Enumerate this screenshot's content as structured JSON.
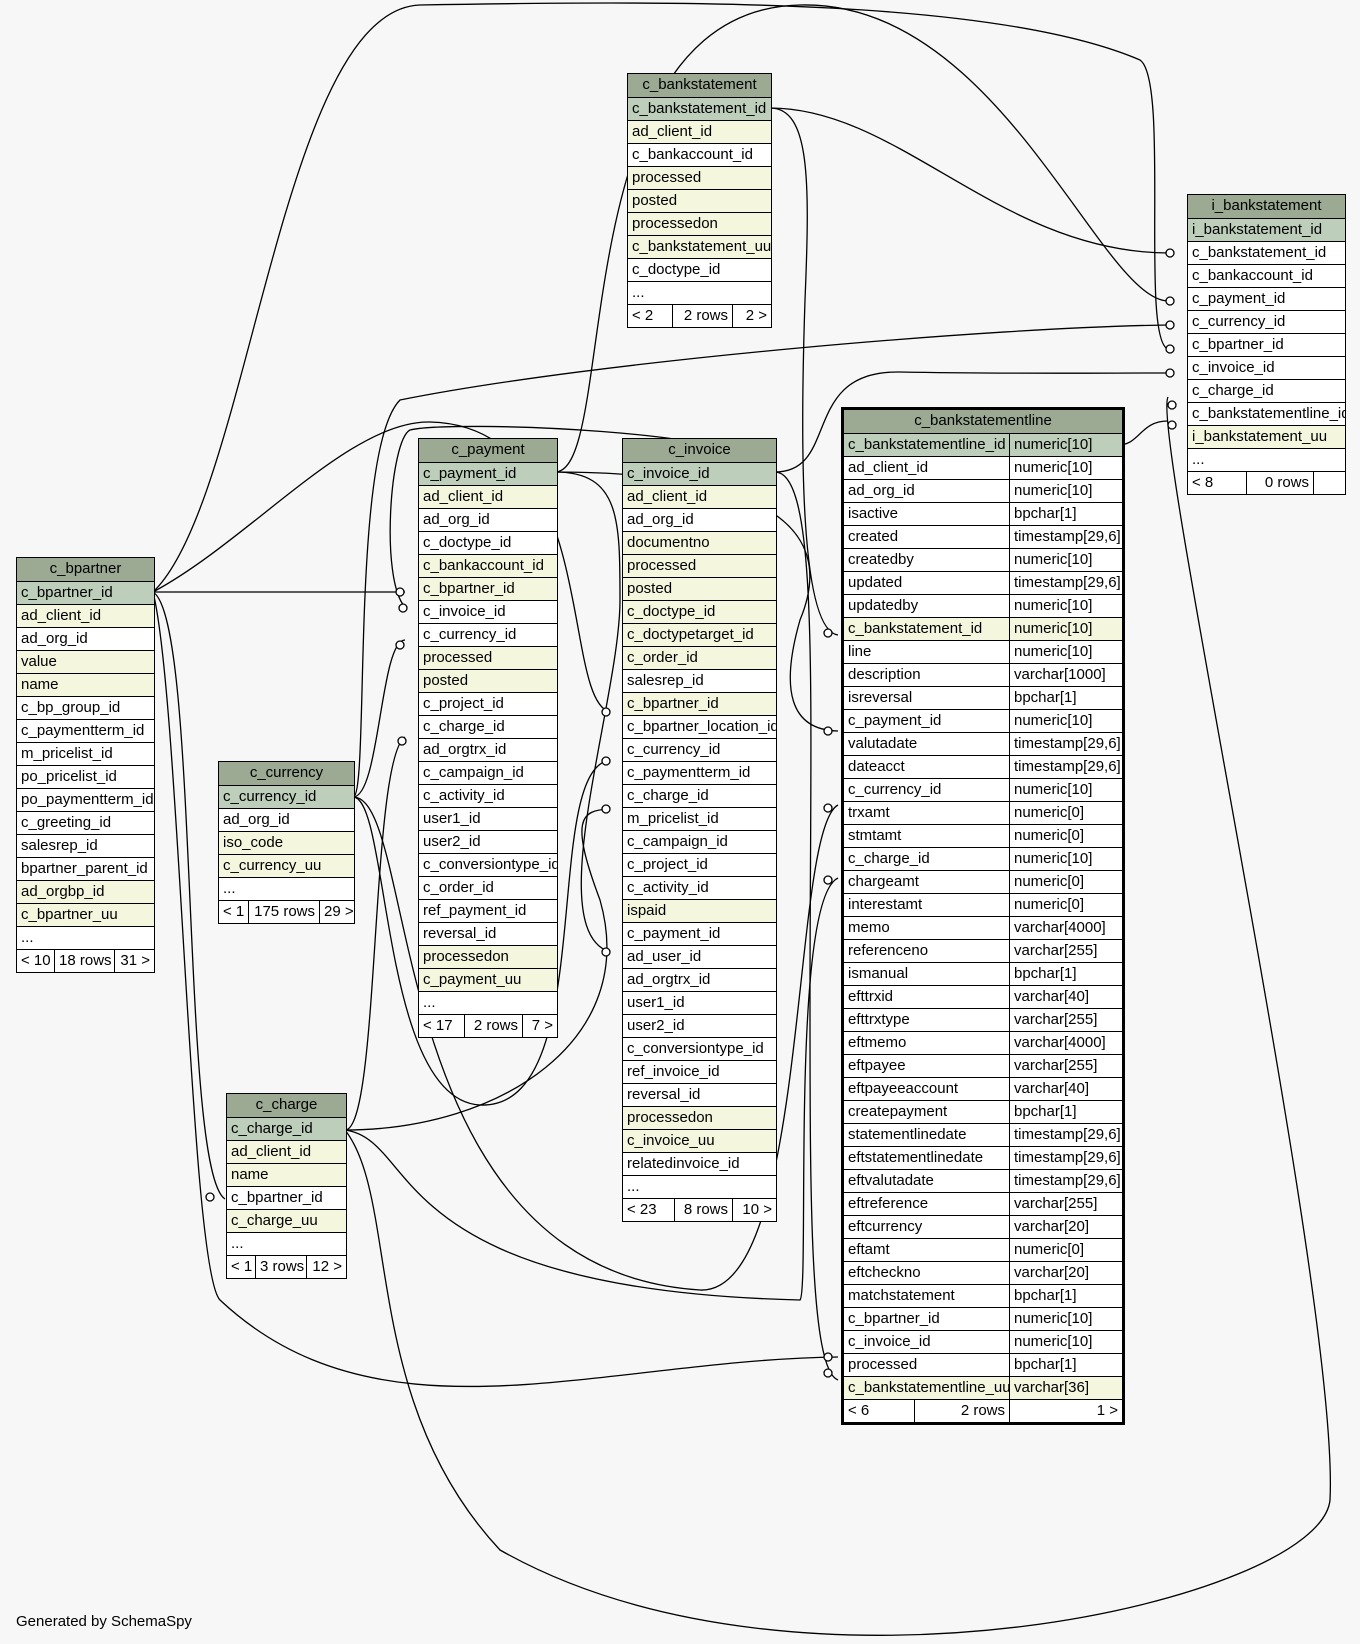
{
  "footer": "Generated by SchemaSpy",
  "tables": {
    "c_bankstatement": {
      "name": "c_bankstatement",
      "rows": [
        {
          "name": "c_bankstatement_id",
          "kind": "pk"
        },
        {
          "name": "ad_client_id",
          "kind": "idx"
        },
        {
          "name": "c_bankaccount_id",
          "kind": "plain"
        },
        {
          "name": "processed",
          "kind": "idx"
        },
        {
          "name": "posted",
          "kind": "idx"
        },
        {
          "name": "processedon",
          "kind": "idx"
        },
        {
          "name": "c_bankstatement_uu",
          "kind": "idx"
        },
        {
          "name": "c_doctype_id",
          "kind": "plain"
        },
        {
          "name": "...",
          "kind": "plain"
        }
      ],
      "footer": [
        "< 2",
        "2 rows",
        "2 >"
      ]
    },
    "i_bankstatement": {
      "name": "i_bankstatement",
      "rows": [
        {
          "name": "i_bankstatement_id",
          "kind": "pk"
        },
        {
          "name": "c_bankstatement_id",
          "kind": "plain"
        },
        {
          "name": "c_bankaccount_id",
          "kind": "plain"
        },
        {
          "name": "c_payment_id",
          "kind": "plain"
        },
        {
          "name": "c_currency_id",
          "kind": "plain"
        },
        {
          "name": "c_bpartner_id",
          "kind": "plain"
        },
        {
          "name": "c_invoice_id",
          "kind": "plain"
        },
        {
          "name": "c_charge_id",
          "kind": "plain"
        },
        {
          "name": "c_bankstatementline_id",
          "kind": "plain"
        },
        {
          "name": "i_bankstatement_uu",
          "kind": "idx"
        },
        {
          "name": "...",
          "kind": "plain"
        }
      ],
      "footer": [
        "< 8",
        "0 rows",
        ""
      ]
    },
    "c_bpartner": {
      "name": "c_bpartner",
      "rows": [
        {
          "name": "c_bpartner_id",
          "kind": "pk"
        },
        {
          "name": "ad_client_id",
          "kind": "idx"
        },
        {
          "name": "ad_org_id",
          "kind": "plain"
        },
        {
          "name": "value",
          "kind": "idx"
        },
        {
          "name": "name",
          "kind": "idx"
        },
        {
          "name": "c_bp_group_id",
          "kind": "plain"
        },
        {
          "name": "c_paymentterm_id",
          "kind": "plain"
        },
        {
          "name": "m_pricelist_id",
          "kind": "plain"
        },
        {
          "name": "po_pricelist_id",
          "kind": "plain"
        },
        {
          "name": "po_paymentterm_id",
          "kind": "plain"
        },
        {
          "name": "c_greeting_id",
          "kind": "plain"
        },
        {
          "name": "salesrep_id",
          "kind": "plain"
        },
        {
          "name": "bpartner_parent_id",
          "kind": "plain"
        },
        {
          "name": "ad_orgbp_id",
          "kind": "idx"
        },
        {
          "name": "c_bpartner_uu",
          "kind": "idx"
        },
        {
          "name": "...",
          "kind": "plain"
        }
      ],
      "footer": [
        "< 10",
        "18 rows",
        "31 >"
      ]
    },
    "c_payment": {
      "name": "c_payment",
      "rows": [
        {
          "name": "c_payment_id",
          "kind": "pk"
        },
        {
          "name": "ad_client_id",
          "kind": "idx"
        },
        {
          "name": "ad_org_id",
          "kind": "plain"
        },
        {
          "name": "c_doctype_id",
          "kind": "plain"
        },
        {
          "name": "c_bankaccount_id",
          "kind": "idx"
        },
        {
          "name": "c_bpartner_id",
          "kind": "idx"
        },
        {
          "name": "c_invoice_id",
          "kind": "plain"
        },
        {
          "name": "c_currency_id",
          "kind": "plain"
        },
        {
          "name": "processed",
          "kind": "idx"
        },
        {
          "name": "posted",
          "kind": "idx"
        },
        {
          "name": "c_project_id",
          "kind": "plain"
        },
        {
          "name": "c_charge_id",
          "kind": "plain"
        },
        {
          "name": "ad_orgtrx_id",
          "kind": "plain"
        },
        {
          "name": "c_campaign_id",
          "kind": "plain"
        },
        {
          "name": "c_activity_id",
          "kind": "plain"
        },
        {
          "name": "user1_id",
          "kind": "plain"
        },
        {
          "name": "user2_id",
          "kind": "plain"
        },
        {
          "name": "c_conversiontype_id",
          "kind": "plain"
        },
        {
          "name": "c_order_id",
          "kind": "plain"
        },
        {
          "name": "ref_payment_id",
          "kind": "plain"
        },
        {
          "name": "reversal_id",
          "kind": "plain"
        },
        {
          "name": "processedon",
          "kind": "idx"
        },
        {
          "name": "c_payment_uu",
          "kind": "idx"
        },
        {
          "name": "...",
          "kind": "plain"
        }
      ],
      "footer": [
        "< 17",
        "2 rows",
        "7 >"
      ]
    },
    "c_invoice": {
      "name": "c_invoice",
      "rows": [
        {
          "name": "c_invoice_id",
          "kind": "pk"
        },
        {
          "name": "ad_client_id",
          "kind": "idx"
        },
        {
          "name": "ad_org_id",
          "kind": "plain"
        },
        {
          "name": "documentno",
          "kind": "idx"
        },
        {
          "name": "processed",
          "kind": "idx"
        },
        {
          "name": "posted",
          "kind": "idx"
        },
        {
          "name": "c_doctype_id",
          "kind": "idx"
        },
        {
          "name": "c_doctypetarget_id",
          "kind": "idx"
        },
        {
          "name": "c_order_id",
          "kind": "idx"
        },
        {
          "name": "salesrep_id",
          "kind": "plain"
        },
        {
          "name": "c_bpartner_id",
          "kind": "idx"
        },
        {
          "name": "c_bpartner_location_id",
          "kind": "plain"
        },
        {
          "name": "c_currency_id",
          "kind": "plain"
        },
        {
          "name": "c_paymentterm_id",
          "kind": "plain"
        },
        {
          "name": "c_charge_id",
          "kind": "plain"
        },
        {
          "name": "m_pricelist_id",
          "kind": "plain"
        },
        {
          "name": "c_campaign_id",
          "kind": "plain"
        },
        {
          "name": "c_project_id",
          "kind": "plain"
        },
        {
          "name": "c_activity_id",
          "kind": "plain"
        },
        {
          "name": "ispaid",
          "kind": "idx"
        },
        {
          "name": "c_payment_id",
          "kind": "plain"
        },
        {
          "name": "ad_user_id",
          "kind": "plain"
        },
        {
          "name": "ad_orgtrx_id",
          "kind": "plain"
        },
        {
          "name": "user1_id",
          "kind": "plain"
        },
        {
          "name": "user2_id",
          "kind": "plain"
        },
        {
          "name": "c_conversiontype_id",
          "kind": "plain"
        },
        {
          "name": "ref_invoice_id",
          "kind": "plain"
        },
        {
          "name": "reversal_id",
          "kind": "plain"
        },
        {
          "name": "processedon",
          "kind": "idx"
        },
        {
          "name": "c_invoice_uu",
          "kind": "idx"
        },
        {
          "name": "relatedinvoice_id",
          "kind": "plain"
        },
        {
          "name": "...",
          "kind": "plain"
        }
      ],
      "footer": [
        "< 23",
        "8 rows",
        "10 >"
      ]
    },
    "c_currency": {
      "name": "c_currency",
      "rows": [
        {
          "name": "c_currency_id",
          "kind": "pk"
        },
        {
          "name": "ad_org_id",
          "kind": "plain"
        },
        {
          "name": "iso_code",
          "kind": "idx"
        },
        {
          "name": "c_currency_uu",
          "kind": "idx"
        },
        {
          "name": "...",
          "kind": "plain"
        }
      ],
      "footer": [
        "< 1",
        "175 rows",
        "29 >"
      ]
    },
    "c_charge": {
      "name": "c_charge",
      "rows": [
        {
          "name": "c_charge_id",
          "kind": "pk"
        },
        {
          "name": "ad_client_id",
          "kind": "idx"
        },
        {
          "name": "name",
          "kind": "idx"
        },
        {
          "name": "c_bpartner_id",
          "kind": "plain"
        },
        {
          "name": "c_charge_uu",
          "kind": "idx"
        },
        {
          "name": "...",
          "kind": "plain"
        }
      ],
      "footer": [
        "< 1",
        "3 rows",
        "12 >"
      ]
    },
    "c_bankstatementline": {
      "name": "c_bankstatementline",
      "rows": [
        {
          "name": "c_bankstatementline_id",
          "type": "numeric[10]",
          "kind": "pk"
        },
        {
          "name": "ad_client_id",
          "type": "numeric[10]",
          "kind": "plain"
        },
        {
          "name": "ad_org_id",
          "type": "numeric[10]",
          "kind": "plain"
        },
        {
          "name": "isactive",
          "type": "bpchar[1]",
          "kind": "plain"
        },
        {
          "name": "created",
          "type": "timestamp[29,6]",
          "kind": "plain"
        },
        {
          "name": "createdby",
          "type": "numeric[10]",
          "kind": "plain"
        },
        {
          "name": "updated",
          "type": "timestamp[29,6]",
          "kind": "plain"
        },
        {
          "name": "updatedby",
          "type": "numeric[10]",
          "kind": "plain"
        },
        {
          "name": "c_bankstatement_id",
          "type": "numeric[10]",
          "kind": "idx"
        },
        {
          "name": "line",
          "type": "numeric[10]",
          "kind": "plain"
        },
        {
          "name": "description",
          "type": "varchar[1000]",
          "kind": "plain"
        },
        {
          "name": "isreversal",
          "type": "bpchar[1]",
          "kind": "plain"
        },
        {
          "name": "c_payment_id",
          "type": "numeric[10]",
          "kind": "plain"
        },
        {
          "name": "valutadate",
          "type": "timestamp[29,6]",
          "kind": "plain"
        },
        {
          "name": "dateacct",
          "type": "timestamp[29,6]",
          "kind": "plain"
        },
        {
          "name": "c_currency_id",
          "type": "numeric[10]",
          "kind": "plain"
        },
        {
          "name": "trxamt",
          "type": "numeric[0]",
          "kind": "plain"
        },
        {
          "name": "stmtamt",
          "type": "numeric[0]",
          "kind": "plain"
        },
        {
          "name": "c_charge_id",
          "type": "numeric[10]",
          "kind": "plain"
        },
        {
          "name": "chargeamt",
          "type": "numeric[0]",
          "kind": "plain"
        },
        {
          "name": "interestamt",
          "type": "numeric[0]",
          "kind": "plain"
        },
        {
          "name": "memo",
          "type": "varchar[4000]",
          "kind": "plain"
        },
        {
          "name": "referenceno",
          "type": "varchar[255]",
          "kind": "plain"
        },
        {
          "name": "ismanual",
          "type": "bpchar[1]",
          "kind": "plain"
        },
        {
          "name": "efttrxid",
          "type": "varchar[40]",
          "kind": "plain"
        },
        {
          "name": "efttrxtype",
          "type": "varchar[255]",
          "kind": "plain"
        },
        {
          "name": "eftmemo",
          "type": "varchar[4000]",
          "kind": "plain"
        },
        {
          "name": "eftpayee",
          "type": "varchar[255]",
          "kind": "plain"
        },
        {
          "name": "eftpayeeaccount",
          "type": "varchar[40]",
          "kind": "plain"
        },
        {
          "name": "createpayment",
          "type": "bpchar[1]",
          "kind": "plain"
        },
        {
          "name": "statementlinedate",
          "type": "timestamp[29,6]",
          "kind": "plain"
        },
        {
          "name": "eftstatementlinedate",
          "type": "timestamp[29,6]",
          "kind": "plain"
        },
        {
          "name": "eftvalutadate",
          "type": "timestamp[29,6]",
          "kind": "plain"
        },
        {
          "name": "eftreference",
          "type": "varchar[255]",
          "kind": "plain"
        },
        {
          "name": "eftcurrency",
          "type": "varchar[20]",
          "kind": "plain"
        },
        {
          "name": "eftamt",
          "type": "numeric[0]",
          "kind": "plain"
        },
        {
          "name": "eftcheckno",
          "type": "varchar[20]",
          "kind": "plain"
        },
        {
          "name": "matchstatement",
          "type": "bpchar[1]",
          "kind": "plain"
        },
        {
          "name": "c_bpartner_id",
          "type": "numeric[10]",
          "kind": "plain"
        },
        {
          "name": "c_invoice_id",
          "type": "numeric[10]",
          "kind": "plain"
        },
        {
          "name": "processed",
          "type": "bpchar[1]",
          "kind": "plain"
        },
        {
          "name": "c_bankstatementline_uu",
          "type": "varchar[36]",
          "kind": "idx"
        }
      ],
      "footer": [
        "< 6",
        "2 rows",
        "1 >"
      ]
    }
  },
  "colors": {
    "title": "#9caa94",
    "pk": "#bdceba",
    "idx": "#f4f7de",
    "plain": "#ffffff",
    "background": "#f7f7f7"
  }
}
